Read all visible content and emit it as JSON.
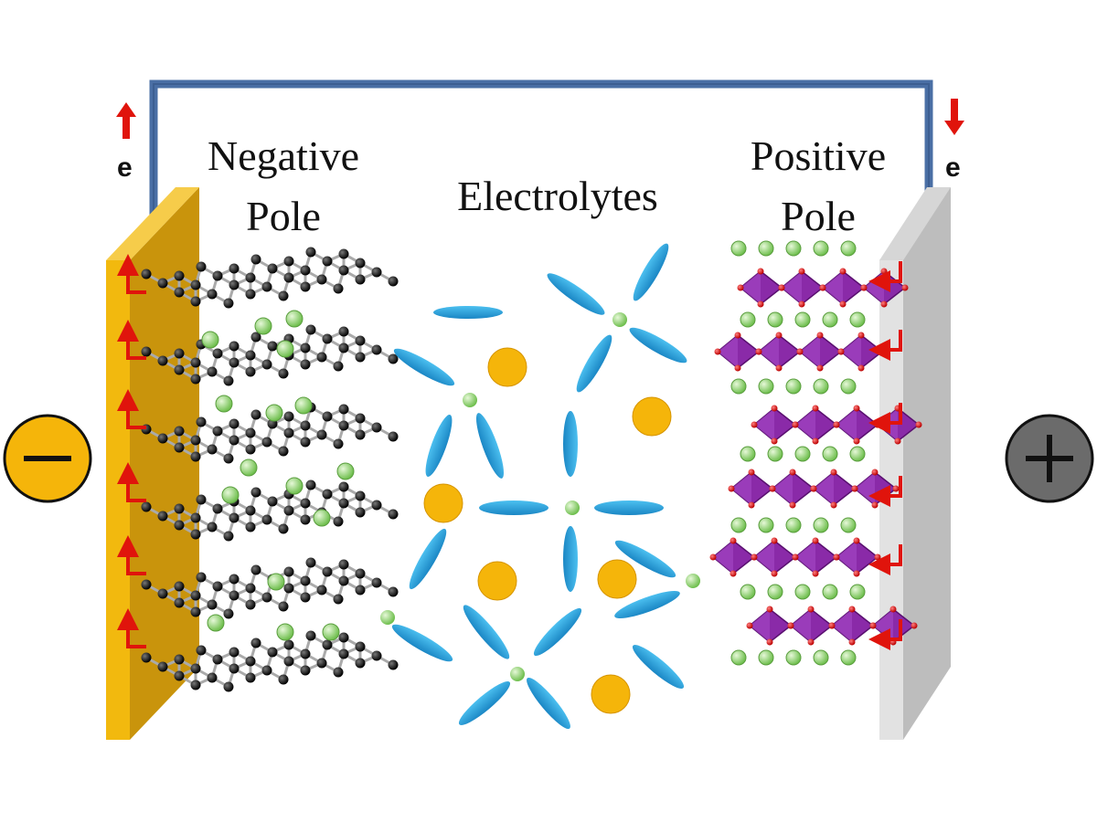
{
  "labels": {
    "electron_left": "e",
    "electron_right": "e",
    "negative_line1": "Negative",
    "negative_line2": "Pole",
    "electrolytes": "Electrolytes",
    "positive_line1": "Positive",
    "positive_line2": "Pole"
  },
  "terminals": {
    "negative_symbol": "−",
    "positive_symbol": "+"
  },
  "colors": {
    "negative_plate": "#c9940c",
    "negative_plate_face": "#f2b90e",
    "positive_plate": "#bdbdbd",
    "positive_plate_face": "#e2e2e2",
    "wire": "#4a6fa5",
    "arrow": "#e0140c",
    "carbon": "#111111",
    "lithium_ion": "#a8e08a",
    "solvent": "#2aa0dc",
    "anion": "#f5b50a",
    "octahedron": "#8a2aa8",
    "oxygen": "#d42020",
    "negative_terminal": "#f5b50a",
    "positive_terminal": "#6b6b6b"
  },
  "icons": {
    "negative_terminal": "minus-circle-icon",
    "positive_terminal": "plus-circle-icon",
    "electron_flow": "up-arrow-icon"
  }
}
